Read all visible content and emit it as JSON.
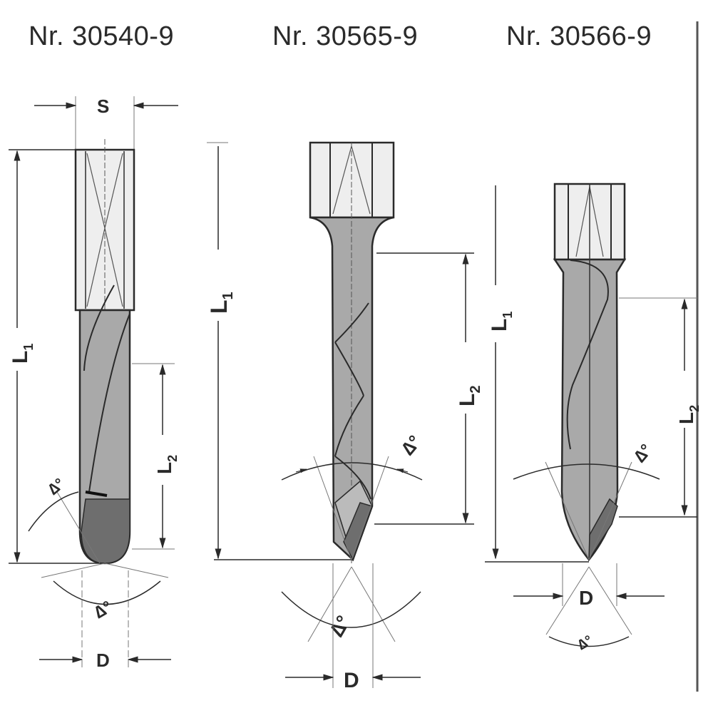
{
  "titles": [
    "Nr. 30540-9",
    "Nr. 30565-9",
    "Nr. 30566-9"
  ],
  "labels": {
    "S": "S",
    "L1": "L",
    "L1_sub": "1",
    "L2": "L",
    "L2_sub": "2",
    "D": "D",
    "angle": "∆°",
    "angle_s": "∆°"
  },
  "drills": [
    {
      "id": "30540-9",
      "dims": [
        "S",
        "L1",
        "L2",
        "D",
        "∆°",
        "∆°"
      ]
    },
    {
      "id": "30565-9",
      "dims": [
        "L1",
        "L2",
        "D",
        "∆°",
        "∆°"
      ]
    },
    {
      "id": "30566-9",
      "dims": [
        "L1",
        "L2",
        "D",
        "∆°",
        "∆°"
      ]
    }
  ],
  "colors": {
    "line": "#2a2a2a",
    "body": "#a9a9a9",
    "tip": "#6e6e6e",
    "shank": "#eeeeee"
  }
}
